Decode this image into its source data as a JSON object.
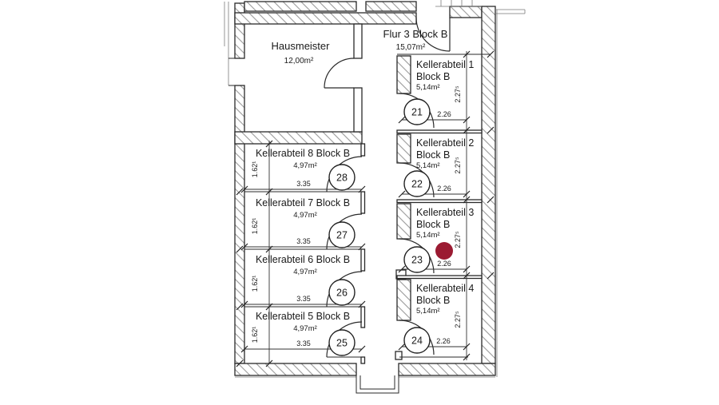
{
  "marker": {
    "color": "#9b1b32"
  },
  "rooms": {
    "hausmeister": {
      "name": "Hausmeister",
      "area": "12,00m²"
    },
    "flur": {
      "name": "Flur 3 Block B",
      "area": "15,07m²"
    }
  },
  "right_units": [
    {
      "name": "Kellerabteil 1",
      "block": "Block B",
      "area": "5,14m²",
      "number": "21",
      "width": "2.26",
      "depth": "2.27⁵"
    },
    {
      "name": "Kellerabteil 2",
      "block": "Block B",
      "area": "5,14m²",
      "number": "22",
      "width": "2.26",
      "depth": "2.27⁵"
    },
    {
      "name": "Kellerabteil 3",
      "block": "Block B",
      "area": "5,14m²",
      "number": "23",
      "width": "2.26",
      "depth": "2.27⁵"
    },
    {
      "name": "Kellerabteil 4",
      "block": "Block B",
      "area": "5,14m²",
      "number": "24",
      "width": "2.26",
      "depth": "2.27⁵"
    }
  ],
  "left_units": [
    {
      "name": "Kellerabteil 8 Block B",
      "area": "4,97m²",
      "number": "28",
      "width": "3.35",
      "depth": "1.62¹"
    },
    {
      "name": "Kellerabteil 7 Block B",
      "area": "4,97m²",
      "number": "27",
      "width": "3.35",
      "depth": "1.62¹"
    },
    {
      "name": "Kellerabteil 6 Block B",
      "area": "4,97m²",
      "number": "26",
      "width": "3.35",
      "depth": "1.62¹"
    },
    {
      "name": "Kellerabteil 5 Block B",
      "area": "4,97m²",
      "number": "25",
      "width": "3.35",
      "depth": "1.62¹"
    }
  ]
}
